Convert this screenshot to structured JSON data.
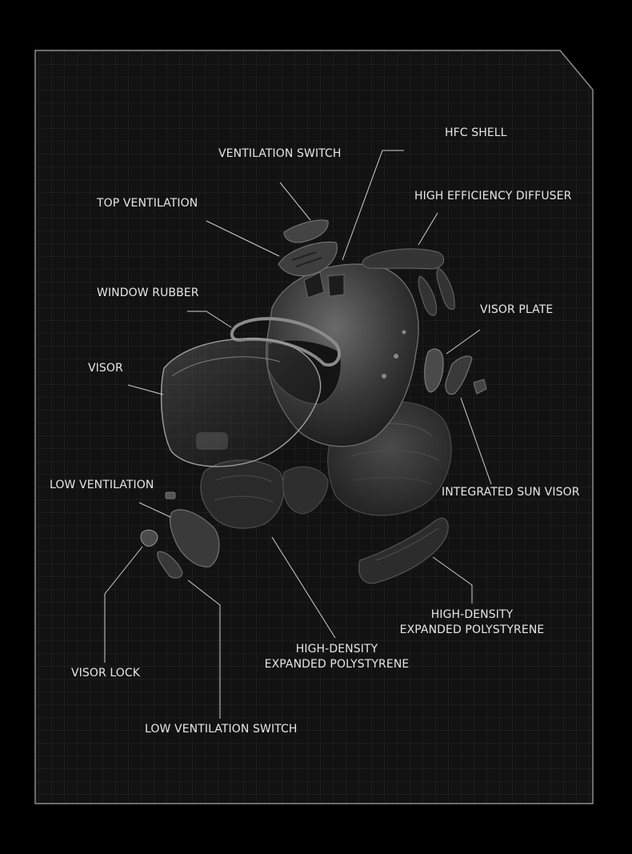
{
  "colors": {
    "background": "#000000",
    "panel": "#121212",
    "grid": "#262626",
    "frame": "#8c8c8c",
    "leader": "#d0d0d0",
    "text": "#e6e6e6",
    "part_dark": "#232323",
    "part_mid": "#3a3a3a",
    "part_light": "#5a5a5a"
  },
  "labels": {
    "hfc_shell": "HFC SHELL",
    "ventilation_switch": "VENTILATION SWITCH",
    "high_efficiency_diffuser": "HIGH EFFICIENCY DIFFUSER",
    "top_ventilation": "TOP VENTILATION",
    "window_rubber": "WINDOW RUBBER",
    "visor_plate": "VISOR PLATE",
    "visor": "VISOR",
    "low_ventilation": "LOW VENTILATION",
    "integrated_sun_visor": "INTEGRATED SUN VISOR",
    "eps_right_line1": "HIGH-DENSITY",
    "eps_right_line2": "EXPANDED POLYSTYRENE",
    "eps_center_line1": "HIGH-DENSITY",
    "eps_center_line2": "EXPANDED POLYSTYRENE",
    "visor_lock": "VISOR LOCK",
    "low_ventilation_switch": "LOW VENTILATION SWITCH"
  },
  "icons": {
    "helmet": "exploded-helmet-illustration"
  }
}
